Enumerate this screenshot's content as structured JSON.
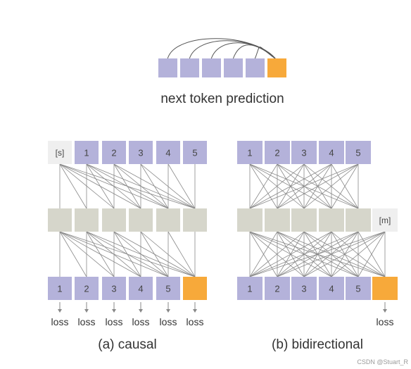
{
  "top": {
    "caption": "next token prediction"
  },
  "causal": {
    "start_token": "[s]",
    "tokens": [
      "1",
      "2",
      "3",
      "4",
      "5"
    ],
    "output_tokens": [
      "1",
      "2",
      "3",
      "4",
      "5"
    ],
    "loss_labels": [
      "loss",
      "loss",
      "loss",
      "loss",
      "loss",
      "loss"
    ],
    "caption": "(a) causal"
  },
  "bidirectional": {
    "tokens": [
      "1",
      "2",
      "3",
      "4",
      "5"
    ],
    "mask_token": "[m]",
    "output_tokens": [
      "1",
      "2",
      "3",
      "4",
      "5"
    ],
    "loss_label": "loss",
    "caption": "(b) bidirectional"
  },
  "watermark": "CSDN @Stuart_R",
  "colors": {
    "token": "#b4b2da",
    "hidden": "#d6d6cb",
    "predict": "#f7a93a",
    "start": "#efefef",
    "line": "#888888"
  }
}
